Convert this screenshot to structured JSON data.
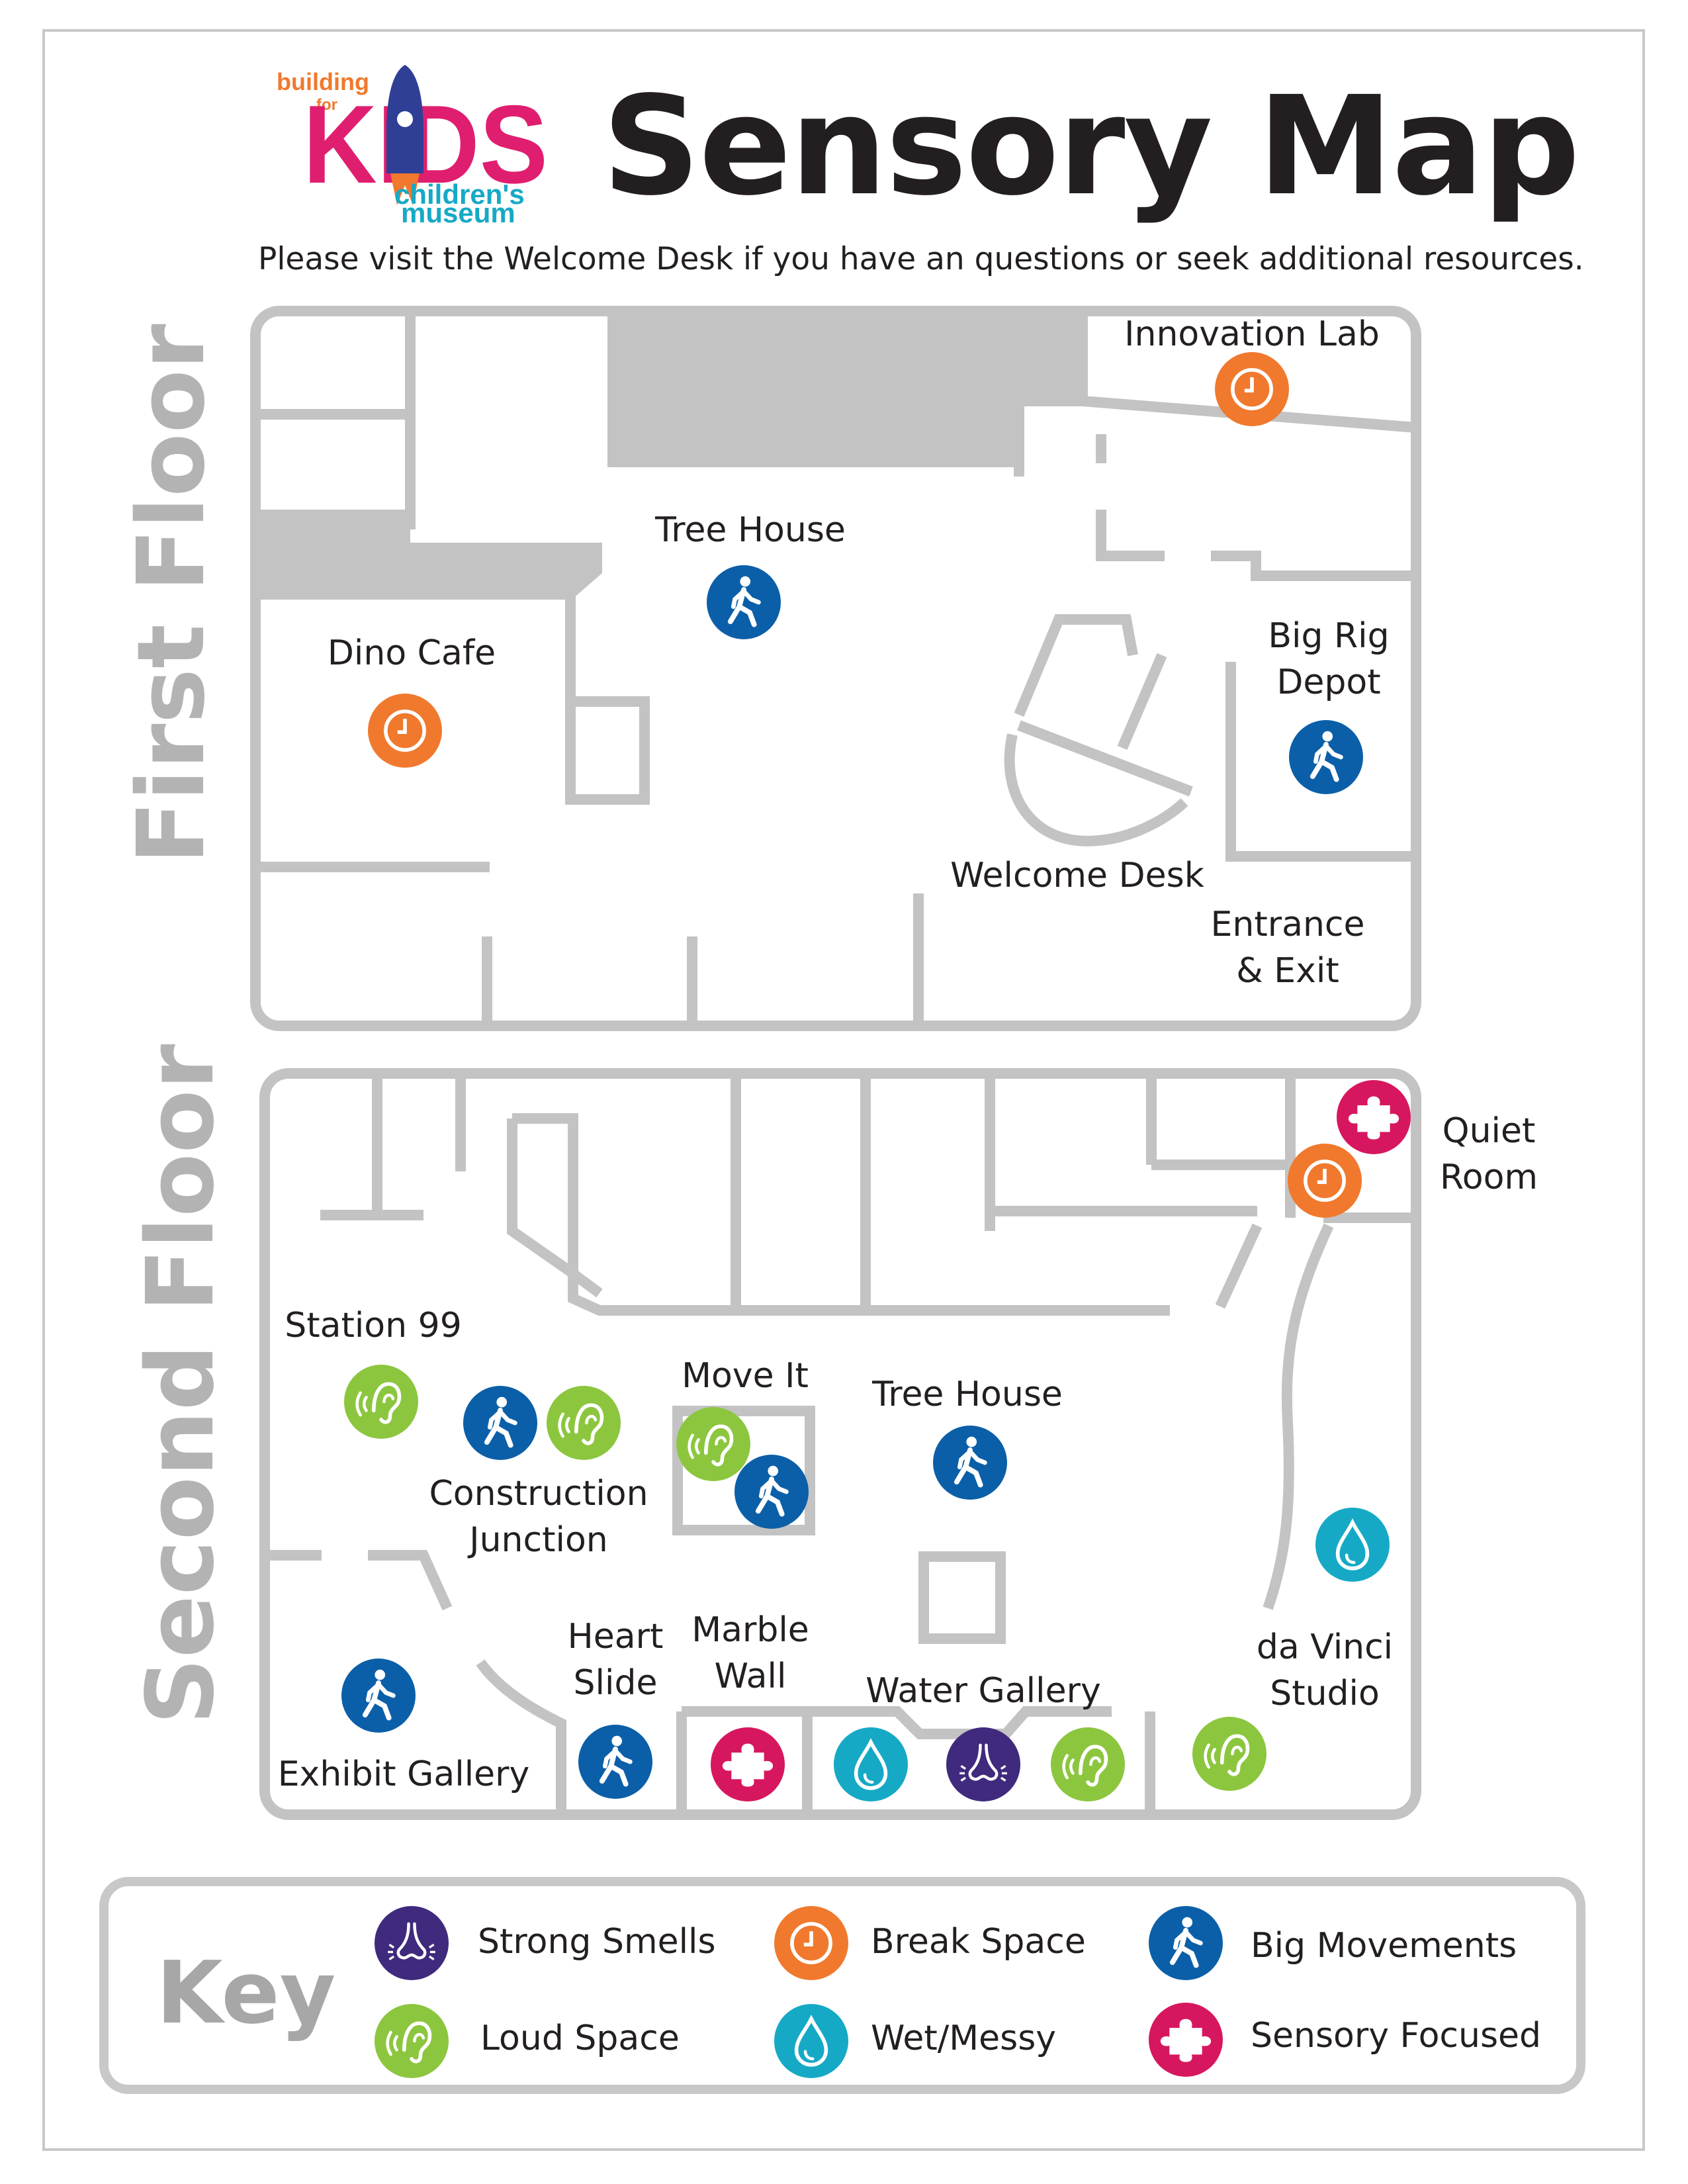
{
  "header": {
    "logo": {
      "top_text": "building",
      "for_text": "for",
      "kids_text": "KIDS",
      "bottom_line1": "children's",
      "bottom_line2": "museum"
    },
    "title": "Sensory Map",
    "subtitle": "Please visit the Welcome Desk if you have an questions or seek additional resources."
  },
  "colors": {
    "strong_smells": "#3f2a7d",
    "break_space": "#f0792d",
    "big_movements": "#0b5fa8",
    "loud_space": "#8cc63f",
    "wet_messy": "#16a9c6",
    "sensory_focused": "#d6175f",
    "walls": "#c3c3c4",
    "blocked": "#c3c3c4"
  },
  "first_floor": {
    "label": "First Floor",
    "rooms": {
      "innovation_lab": [
        "Innovation Lab"
      ],
      "tree_house": [
        "Tree House"
      ],
      "dino_cafe": [
        "Dino Cafe"
      ],
      "big_rig_depot": [
        "Big Rig",
        "Depot"
      ],
      "welcome_desk": [
        "Welcome Desk"
      ],
      "entrance_exit": [
        "Entrance",
        "& Exit"
      ]
    }
  },
  "second_floor": {
    "label": "Second Floor",
    "rooms": {
      "quiet_room": [
        "Quiet",
        "Room"
      ],
      "station_99": [
        "Station 99"
      ],
      "move_it": [
        "Move It"
      ],
      "tree_house": [
        "Tree House"
      ],
      "construction_junction": [
        "Construction",
        "Junction"
      ],
      "heart_slide": [
        "Heart",
        "Slide"
      ],
      "marble_wall": [
        "Marble",
        "Wall"
      ],
      "water_gallery": [
        "Water Gallery"
      ],
      "da_vinci_studio": [
        "da Vinci",
        "Studio"
      ],
      "exhibit_gallery": [
        "Exhibit Gallery"
      ]
    }
  },
  "key": {
    "title": "Key",
    "items": {
      "strong_smells": "Strong Smells",
      "break_space": "Break Space",
      "big_movements": "Big Movements",
      "loud_space": "Loud Space",
      "wet_messy": "Wet/Messy",
      "sensory_focused": "Sensory Focused"
    }
  },
  "icon_names": {
    "strong_smells": "nose-icon",
    "break_space": "clock-icon",
    "big_movements": "walking-person-icon",
    "loud_space": "ear-icon",
    "wet_messy": "water-drop-icon",
    "sensory_focused": "puzzle-piece-icon"
  }
}
